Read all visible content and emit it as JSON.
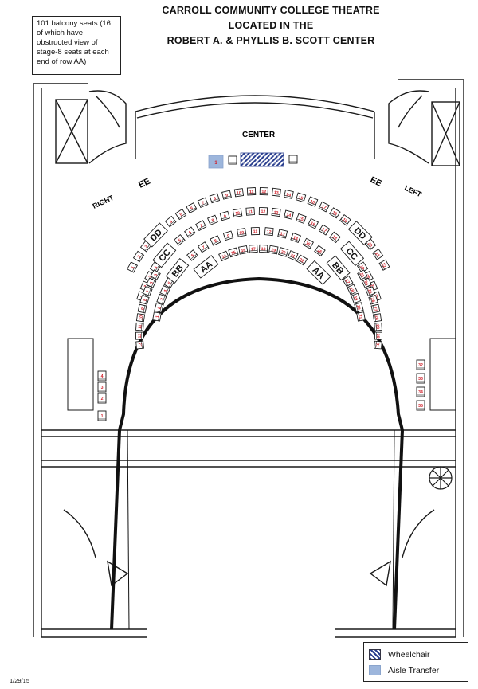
{
  "header": {
    "line1": "CARROLL COMMUNITY COLLEGE THEATRE",
    "line2": "LOCATED IN THE",
    "line3": "ROBERT A. & PHYLLIS B. SCOTT CENTER"
  },
  "info": {
    "text": "101 balcony seats (16 of which have obstructed view of stage-8 seats at each end of row AA)"
  },
  "labels": {
    "center": "CENTER",
    "right": "RIGHT",
    "left": "LEFT",
    "ee": "EE",
    "dd": "DD",
    "cc": "CC",
    "bb": "BB",
    "aa": "AA"
  },
  "legend": {
    "wheelchair": "Wheelchair",
    "aisle_transfer": "Aisle Transfer"
  },
  "footer": {
    "date": "1/29/15"
  },
  "colors": {
    "ink": "#1a1a1a",
    "seat_number": "#d0202a",
    "wheelchair": "#2a3f8f",
    "aisle_transfer": "#9db6dc"
  },
  "rows": {
    "EE": {
      "seats": 4,
      "aisle_transfer": [
        "1"
      ],
      "wheelchair_seats": 3
    },
    "DD": {
      "left_side": [
        "1",
        "2",
        "3"
      ],
      "center": [
        "4",
        "5",
        "6",
        "7",
        "8",
        "9",
        "10",
        "11",
        "12",
        "13",
        "14",
        "15",
        "16",
        "17",
        "18",
        "19"
      ],
      "right_side": [
        "20",
        "21",
        "22"
      ]
    },
    "CC": {
      "left_side": [
        "1",
        "2",
        "3",
        "4"
      ],
      "center": [
        "5",
        "6",
        "7",
        "8",
        "9",
        "10",
        "11",
        "12",
        "13",
        "14",
        "15",
        "16",
        "17",
        "18"
      ],
      "right_side": [
        "19",
        "20",
        "21",
        "22"
      ]
    },
    "BB": {
      "left_side": [
        "1",
        "2",
        "3",
        "4",
        "5"
      ],
      "center": [
        "6",
        "7",
        "8",
        "9",
        "10",
        "11",
        "12",
        "13",
        "14",
        "15",
        "16"
      ],
      "right_side": [
        "17",
        "18",
        "19",
        "20",
        "21"
      ]
    },
    "AA": {
      "left_side": [
        "1",
        "2",
        "3",
        "4",
        "5",
        "6",
        "7",
        "8",
        "9",
        "10",
        "11",
        "12",
        "13"
      ],
      "center": [
        "14",
        "15",
        "16",
        "17",
        "18",
        "19",
        "20",
        "21",
        "22"
      ],
      "right_side": [
        "23",
        "24",
        "25",
        "26",
        "27",
        "28",
        "29",
        "30",
        "31",
        "32",
        "33",
        "34",
        "35"
      ]
    }
  }
}
